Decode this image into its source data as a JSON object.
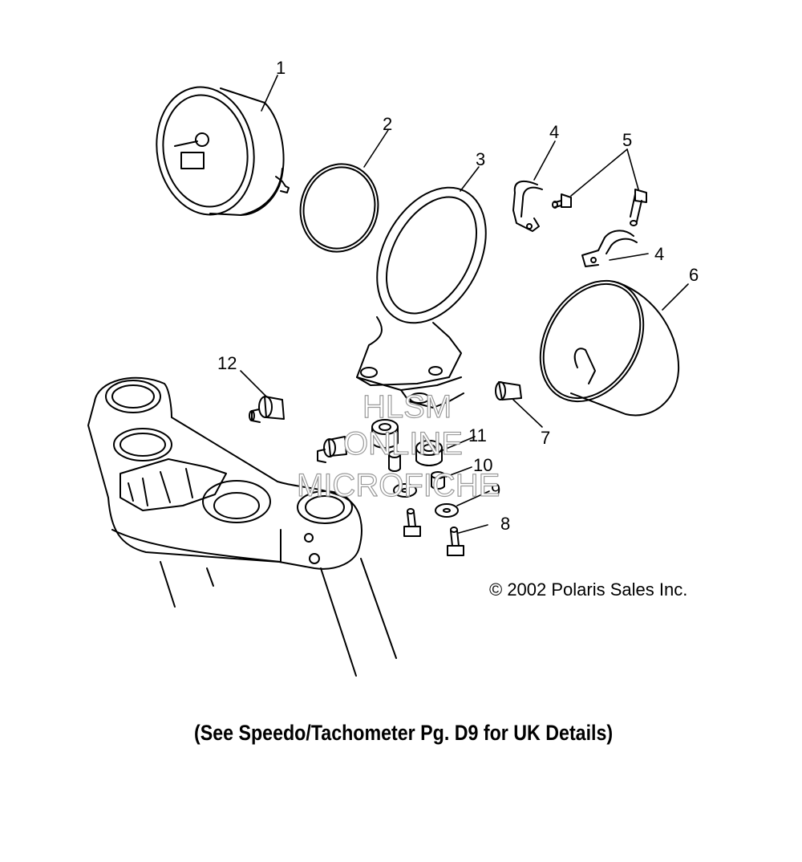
{
  "callouts": [
    {
      "id": "1",
      "text": "1"
    },
    {
      "id": "2",
      "text": "2"
    },
    {
      "id": "3",
      "text": "3"
    },
    {
      "id": "4a",
      "text": "4"
    },
    {
      "id": "4b",
      "text": "4"
    },
    {
      "id": "5",
      "text": "5"
    },
    {
      "id": "6",
      "text": "6"
    },
    {
      "id": "7",
      "text": "7"
    },
    {
      "id": "8",
      "text": "8"
    },
    {
      "id": "9",
      "text": "9"
    },
    {
      "id": "10",
      "text": "10"
    },
    {
      "id": "11",
      "text": "11"
    },
    {
      "id": "12",
      "text": "12"
    }
  ],
  "watermark": {
    "line1": "HLSM",
    "line2": "ONLINE",
    "line3": "MICROFICHE"
  },
  "copyright": "© 2002 Polaris Sales Inc.",
  "note": "(See Speedo/Tachometer Pg. D9 for UK Details)"
}
